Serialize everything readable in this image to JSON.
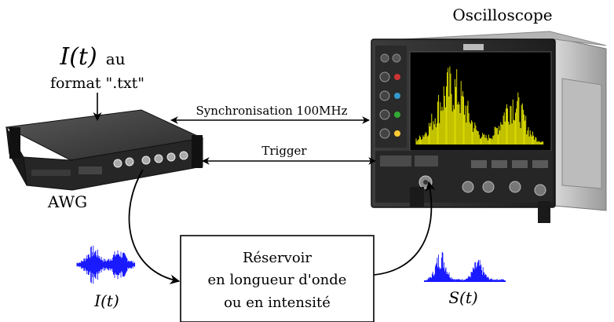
{
  "labels": {
    "oscilloscope": "Oscilloscope",
    "input_signal_header": "I(t)",
    "input_format_word": "au",
    "input_format_line": "format \".txt\"",
    "awg": "AWG",
    "sync": "Synchronisation 100MHz",
    "trigger": "Trigger",
    "reservoir_line1": "Réservoir",
    "reservoir_line2": "en longueur d'onde",
    "reservoir_line3": "ou en intensité",
    "input_signal": "I(t)",
    "output_signal": "S(t)"
  },
  "colors": {
    "signal_blue": "#1a1aff",
    "scope_trace_yellow": "#f2f200",
    "line": "#000000"
  }
}
